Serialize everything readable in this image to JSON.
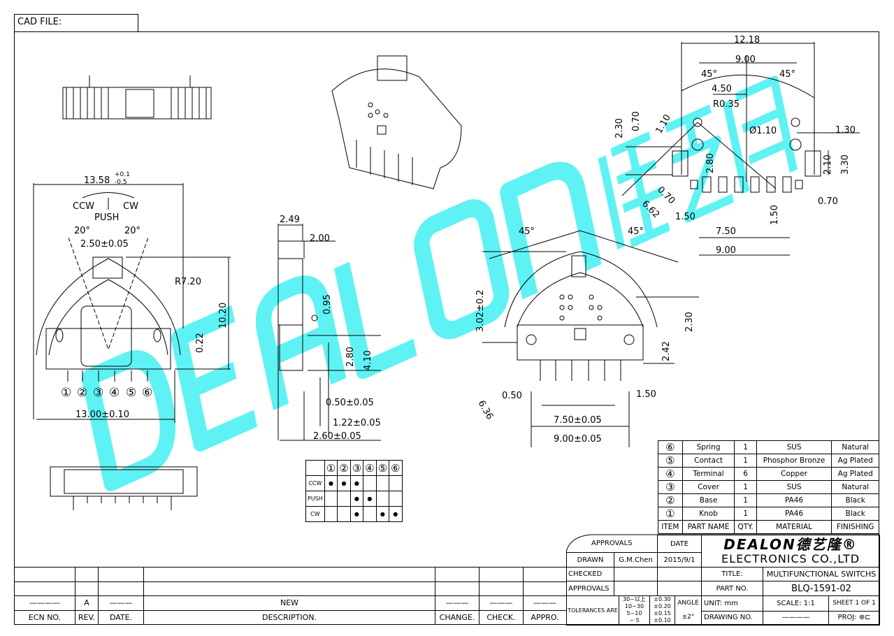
{
  "cad_file_label": "CAD FILE:",
  "watermark": {
    "brand": "DEALON",
    "cn": "德艺隆",
    "color": "#5ff2f4"
  },
  "front_view": {
    "width_dim": "13.58",
    "tol_plus": "+0.1",
    "tol_minus": "-0.5",
    "ccw": "CCW",
    "cw": "CW",
    "push": "PUSH",
    "angle_left": "20°",
    "angle_right": "20°",
    "knob_w": "2.50±0.05",
    "radius": "R7.20",
    "height": "10.20",
    "offset": "0.22",
    "terminals": [
      "①",
      "②",
      "③",
      "④",
      "⑤",
      "⑥"
    ],
    "pitch_total": "13.00±0.10"
  },
  "side_view": {
    "d1": "2.49",
    "d2": "2.00",
    "d3": "0.95",
    "d4": "2.80",
    "d5": "4.10",
    "d6": "0.50±0.05",
    "d7": "1.22±0.05",
    "d8": "2.60±0.05"
  },
  "pcb_layout": {
    "w1": "12.18",
    "w2": "9.00",
    "a1": "45°",
    "a2": "45°",
    "w3": "4.50",
    "r": "R0.35",
    "v1": "0.70",
    "v2": "2.30",
    "d1": "1.10",
    "hole": "Ø1.10",
    "w4": "1.30",
    "v3": "2.80",
    "v4": "2.10",
    "v5": "3.30",
    "d2": "0.70",
    "d3": "6.62",
    "w5": "1.50",
    "w6": "0.70",
    "v6": "1.50",
    "w7": "7.50",
    "w8": "9.00"
  },
  "bottom_view": {
    "a1": "45°",
    "a2": "45°",
    "h1": "3.02±0.2",
    "h2": "2.30",
    "h3": "2.42",
    "w1": "0.50",
    "w2": "1.50",
    "d1": "6.36",
    "w3": "7.50±0.05",
    "w4": "9.00±0.05"
  },
  "switch_table": {
    "headers": [
      "①",
      "②",
      "③",
      "④",
      "⑤",
      "⑥"
    ],
    "rows": [
      {
        "label": "CCW",
        "dots": [
          1,
          1,
          1,
          0,
          0,
          0
        ]
      },
      {
        "label": "PUSH",
        "dots": [
          0,
          0,
          1,
          1,
          0,
          0
        ]
      },
      {
        "label": "CW",
        "dots": [
          0,
          0,
          1,
          0,
          1,
          1
        ]
      }
    ]
  },
  "bom": {
    "rows": [
      {
        "item": "⑥",
        "name": "Spring",
        "qty": "1",
        "material": "SUS",
        "finish": "Natural"
      },
      {
        "item": "⑤",
        "name": "Contact",
        "qty": "1",
        "material": "Phosphor Bronze",
        "finish": "Ag Plated"
      },
      {
        "item": "④",
        "name": "Terminal",
        "qty": "6",
        "material": "Copper",
        "finish": "Ag Plated"
      },
      {
        "item": "③",
        "name": "Cover",
        "qty": "1",
        "material": "SUS",
        "finish": "Natural"
      },
      {
        "item": "②",
        "name": "Base",
        "qty": "1",
        "material": "PA46",
        "finish": "Black"
      },
      {
        "item": "①",
        "name": "Knob",
        "qty": "1",
        "material": "PA46",
        "finish": "Black"
      }
    ],
    "headers": {
      "item": "ITEM",
      "name": "PART NAME",
      "qty": "QTY.",
      "material": "MATERIAL",
      "finish": "FINISHING"
    }
  },
  "revision": {
    "ecn": "————",
    "rev": "A",
    "date": "———",
    "desc": "NEW",
    "change": "———",
    "check": "———",
    "appro": "———",
    "headers": {
      "ecn": "ECN NO.",
      "rev": "REV.",
      "date": "DATE.",
      "desc": "DESCRIPTION.",
      "change": "CHANGE.",
      "check": "CHECK.",
      "appro": "APPRO."
    }
  },
  "title_block": {
    "approvals": "APPROVALS",
    "date_h": "DATE",
    "drawn": "DRAWN",
    "drawn_by": "G.M.Chen",
    "drawn_date": "2015/9/1",
    "checked": "CHECKED",
    "approvals2": "APPROVALS",
    "logo": "DEALON德艺隆®",
    "company": "ELECTRONICS CO.,LTD",
    "title_label": "TITLE:",
    "title": "MULTIFUNCTIONAL SWITCHS",
    "part_label": "PART NO.",
    "part_no": "BLQ-1591-02",
    "tol_label": "TOLERANCES ARE",
    "tol_ranges": [
      "30~以上",
      "10~30",
      "5~10",
      "~ 5"
    ],
    "tol_values": [
      "±0.30",
      "±0.20",
      "±0.15",
      "±0.10"
    ],
    "angle_label": "ANGLE",
    "angle_tol": "±2°",
    "unit": "UNIT: mm",
    "scale": "SCALE:  1:1",
    "sheet": "SHEET  1 OF 1",
    "drawing_no_label": "DRAWING NO.",
    "drawing_no": "————",
    "proj": "PROJ:"
  }
}
